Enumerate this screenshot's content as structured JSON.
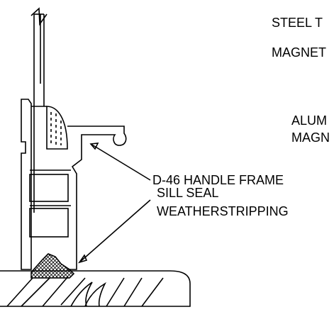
{
  "labels": {
    "steel_t": "STEEL T",
    "magnet": "MAGNET",
    "alum_line1": "ALUM",
    "alum_line2": "MAGN",
    "handle_frame": "D-46 HANDLE FRAME",
    "sill_seal_line1": "SILL SEAL",
    "sill_seal_line2": "WEATHERSTRIPPING"
  },
  "colors": {
    "ink": "#000000",
    "paper": "#ffffff"
  }
}
